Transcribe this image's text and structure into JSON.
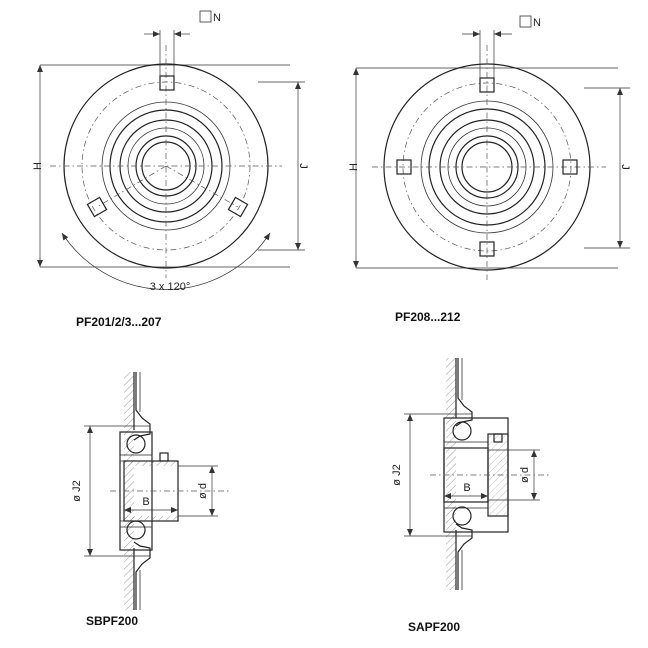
{
  "labels": {
    "n": "N",
    "h1": "H",
    "j1": "J",
    "angle": "3 x 120°",
    "h2": "H",
    "j2": "J",
    "n2": "N",
    "j2a": "ø J2",
    "b1": "B",
    "d1": "ø d",
    "j2b": "ø J2",
    "b2": "B",
    "d2": "ø d"
  },
  "captions": {
    "top_left": "PF201/2/3...207",
    "top_right": "PF208...212",
    "bottom_left": "SBPF200",
    "bottom_right": "SAPF200"
  }
}
